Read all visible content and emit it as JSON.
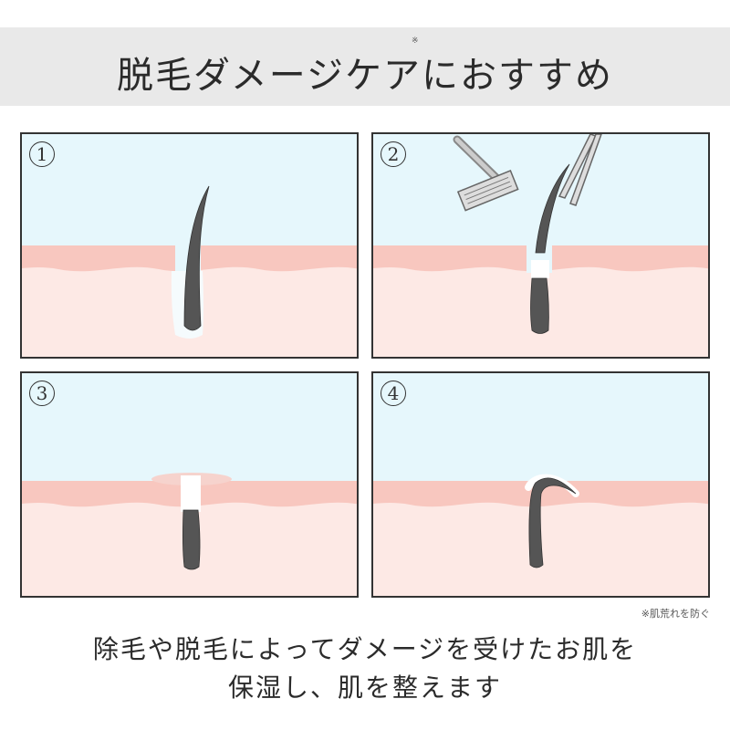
{
  "header": {
    "title": "脱毛ダメージケアにおすすめ",
    "title_mark": "※"
  },
  "panels": [
    {
      "number": "1"
    },
    {
      "number": "2"
    },
    {
      "number": "3"
    },
    {
      "number": "4"
    }
  ],
  "footnote": "※肌荒れを防ぐ",
  "caption": {
    "line1": "除毛や脱毛によってダメージを受けたお肌を",
    "line2": "保湿し、肌を整えます"
  },
  "colors": {
    "sky": "#e6f7fc",
    "skin_top": "#f8c7bf",
    "skin": "#fde9e5",
    "hair": "#555555"
  }
}
